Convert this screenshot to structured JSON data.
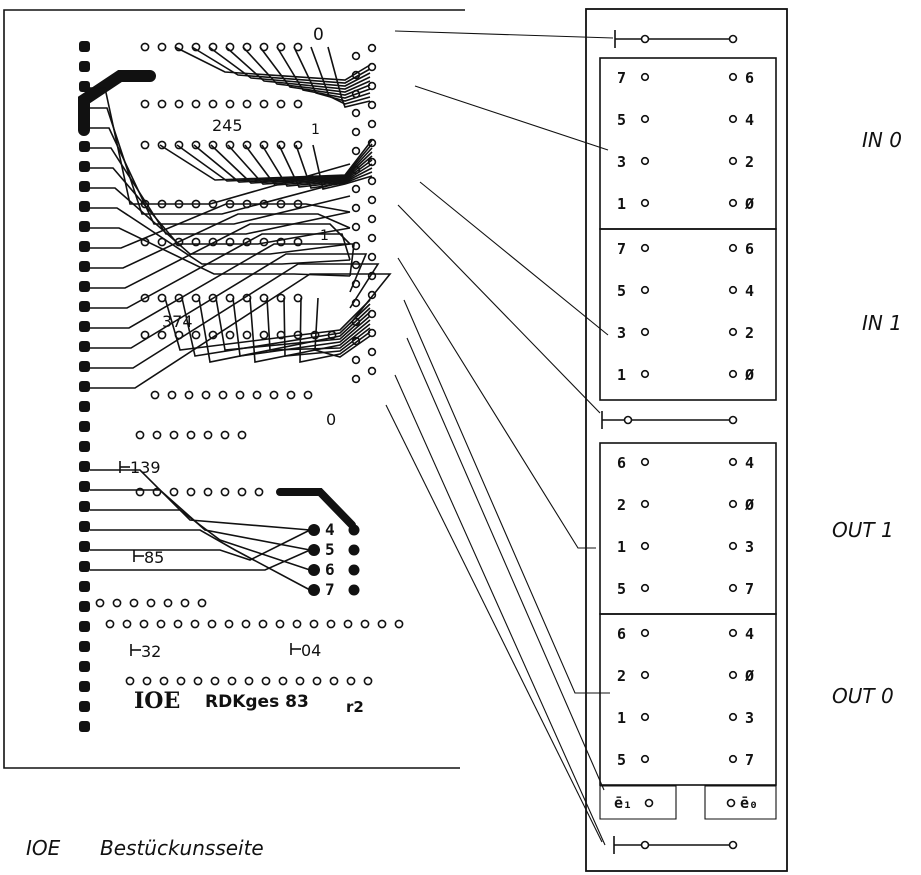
{
  "pcb": {
    "label_o_top": "0",
    "label_245": "245",
    "label_1_a": "1",
    "label_1_b": "1",
    "label_374": "374",
    "label_o_mid": "0",
    "label_139": "139",
    "label_85": "85",
    "label_32": "32",
    "label_04": "04",
    "out_pin_labels": [
      "4",
      "5",
      "6",
      "7"
    ],
    "board_id": "IOE",
    "board_text": "RDKges 83",
    "board_rev": "r2"
  },
  "caption": {
    "name": "IOE",
    "text": "Bestückunsseite"
  },
  "connector": {
    "blocks": [
      {
        "name": "IN 0",
        "rows": [
          [
            "7",
            "6"
          ],
          [
            "5",
            "4"
          ],
          [
            "3",
            "2"
          ],
          [
            "1",
            "Ø"
          ]
        ]
      },
      {
        "name": "IN 1",
        "rows": [
          [
            "7",
            "6"
          ],
          [
            "5",
            "4"
          ],
          [
            "3",
            "2"
          ],
          [
            "1",
            "Ø"
          ]
        ]
      },
      {
        "name": "OUT 1",
        "rows": [
          [
            "6",
            "4"
          ],
          [
            "2",
            "Ø"
          ],
          [
            "1",
            "3"
          ],
          [
            "5",
            "7"
          ]
        ]
      },
      {
        "name": "OUT 0",
        "rows": [
          [
            "6",
            "4"
          ],
          [
            "2",
            "Ø"
          ],
          [
            "1",
            "3"
          ],
          [
            "5",
            "7"
          ]
        ]
      }
    ],
    "enable_left": "ē₁",
    "enable_right": "ē₀"
  }
}
